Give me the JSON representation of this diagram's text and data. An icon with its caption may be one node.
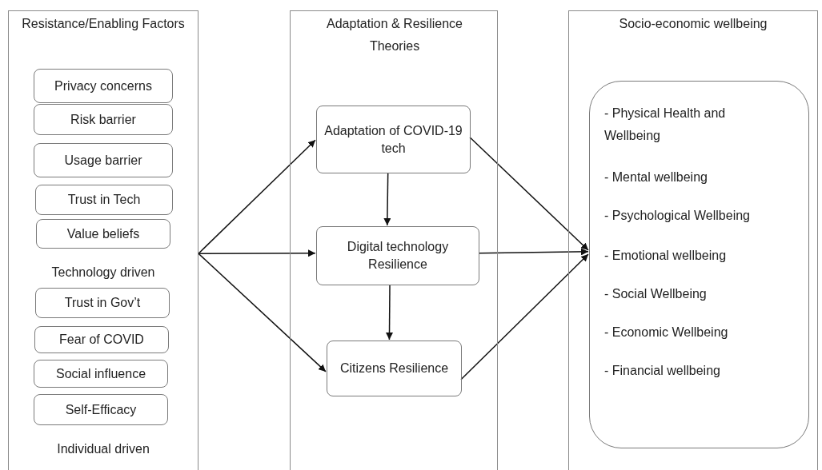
{
  "diagram": {
    "nodes": [
      {
        "text": [
          "Resistance/Enabling Factors",
          "Technology driven",
          "Individual driven"
        ]
      },
      {
        "text": [
          "Privacy concerns"
        ],
        "in": 0
      },
      {
        "text": [
          "Risk barrier"
        ],
        "in": 0
      },
      {
        "text": [
          "Usage barrier"
        ],
        "in": 0
      },
      {
        "text": [
          "Trust in Tech"
        ],
        "in": 0
      },
      {
        "text": [
          "Value beliefs"
        ],
        "in": 0
      },
      {
        "text": [
          "Trust in Gov’t"
        ],
        "in": 0
      },
      {
        "text": [
          "Fear of COVID"
        ],
        "in": 0
      },
      {
        "text": [
          "Social influence"
        ],
        "in": 0
      },
      {
        "text": [
          "Self-Efficacy"
        ],
        "in": 0
      },
      {
        "text": [
          "Adaptation & Resilience Theories"
        ]
      },
      {
        "text": [
          "Adaptation of COVID-19 tech"
        ],
        "in": 10
      },
      {
        "text": [
          "Digital technology Resilience"
        ],
        "in": 10
      },
      {
        "text": [
          "Citizens Resilience"
        ],
        "in": 10
      },
      {
        "text": [
          "Socio-economic wellbeing"
        ]
      },
      {
        "text": [
          "- Physical Health and Wellbeing",
          "- Mental wellbeing",
          "- Psychological Wellbeing",
          " - Emotional wellbeing",
          "- Social Wellbeing",
          "- Economic Wellbeing",
          "- Financial wellbeing"
        ],
        "in": 14
      }
    ],
    "edges": [
      {
        "from": 0,
        "to": 11,
        "arrow": "to"
      },
      {
        "from": 0,
        "to": 12,
        "arrow": "to"
      },
      {
        "from": 0,
        "to": 13,
        "arrow": "to"
      },
      {
        "from": 11,
        "to": 12,
        "arrow": "to"
      },
      {
        "from": 12,
        "to": 13,
        "arrow": "to"
      },
      {
        "from": 11,
        "to": 15,
        "arrow": "to"
      },
      {
        "from": 12,
        "to": 15,
        "arrow": "to"
      },
      {
        "from": 13,
        "to": 15,
        "arrow": "to"
      }
    ]
  }
}
